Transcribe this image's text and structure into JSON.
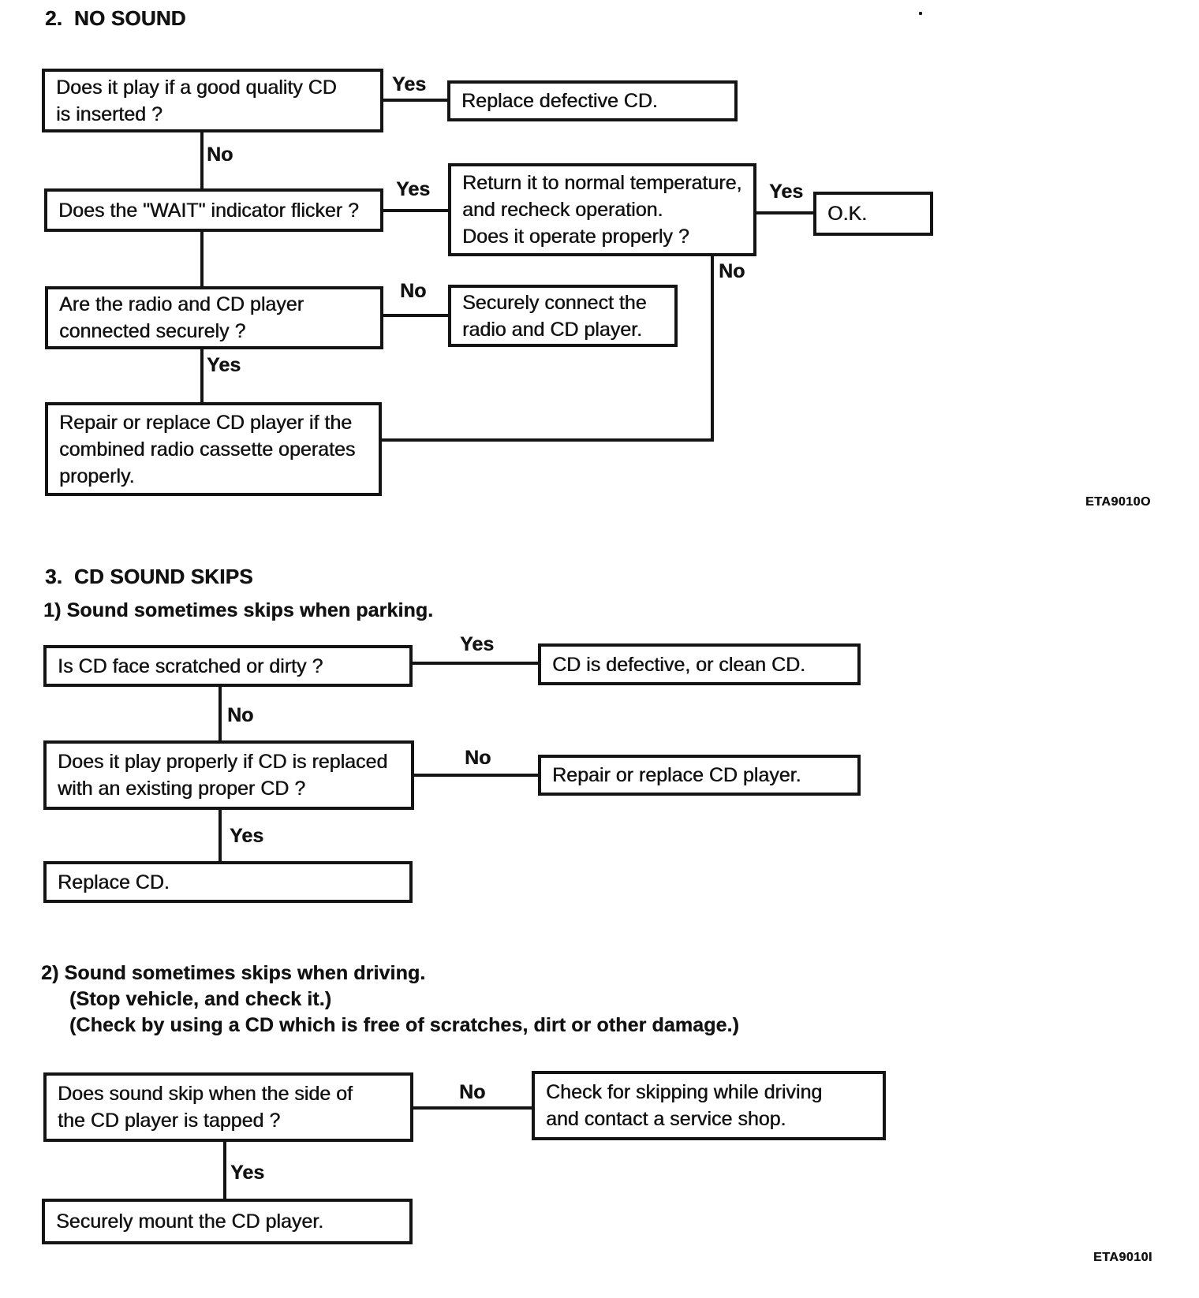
{
  "document": {
    "paper_color": "#ffffff",
    "ink_color": "#141414"
  },
  "edge_labels": {
    "yes": "Yes",
    "no": "No"
  },
  "sections": {
    "no_sound": {
      "heading": "2.  NO SOUND",
      "figure_code": "ETA9010O",
      "nodes": {
        "q_good_cd": {
          "lines": [
            "Does it play if a good quality CD",
            "is inserted ?"
          ]
        },
        "replace_defective_cd": {
          "lines": [
            "Replace defective CD."
          ]
        },
        "q_wait_flicker": {
          "lines": [
            "Does the \"WAIT\" indicator flicker ?"
          ]
        },
        "return_temp": {
          "lines": [
            "Return it to normal temperature,",
            "and recheck operation.",
            "Does it operate properly ?"
          ]
        },
        "ok": {
          "lines": [
            "O.K."
          ]
        },
        "q_connected": {
          "lines": [
            "Are the radio and CD player",
            "connected securely ?"
          ]
        },
        "connect_securely": {
          "lines": [
            "Securely connect the",
            "radio and CD player."
          ]
        },
        "repair_if_radio_ok": {
          "lines": [
            "Repair or replace CD player if the",
            "combined radio cassette operates",
            "properly."
          ]
        }
      }
    },
    "cd_sound_skips": {
      "heading": "3.  CD SOUND SKIPS",
      "parking": {
        "subheading": "1) Sound sometimes skips when parking.",
        "nodes": {
          "q_scratched": {
            "lines": [
              "Is CD face scratched or dirty ?"
            ]
          },
          "defective_or_clean": {
            "lines": [
              "CD is defective, or clean CD."
            ]
          },
          "q_play_proper_cd": {
            "lines": [
              "Does it play properly if CD is replaced",
              "with an existing proper CD ?"
            ]
          },
          "repair_or_replace": {
            "lines": [
              "Repair or replace CD player."
            ]
          },
          "replace_cd": {
            "lines": [
              "Replace CD."
            ]
          }
        }
      },
      "driving": {
        "subheading": "2) Sound sometimes skips when driving.",
        "note1": "(Stop vehicle, and check it.)",
        "note2": "(Check by using a CD which is free of scratches, dirt or other damage.)",
        "figure_code": "ETA9010I",
        "nodes": {
          "q_tapped": {
            "lines": [
              "Does sound skip when the side of",
              "the CD player is tapped ?"
            ]
          },
          "check_while_driving": {
            "lines": [
              "Check for skipping while driving",
              "and contact a service shop."
            ]
          },
          "mount_securely": {
            "lines": [
              "Securely mount the CD player."
            ]
          }
        }
      }
    }
  }
}
